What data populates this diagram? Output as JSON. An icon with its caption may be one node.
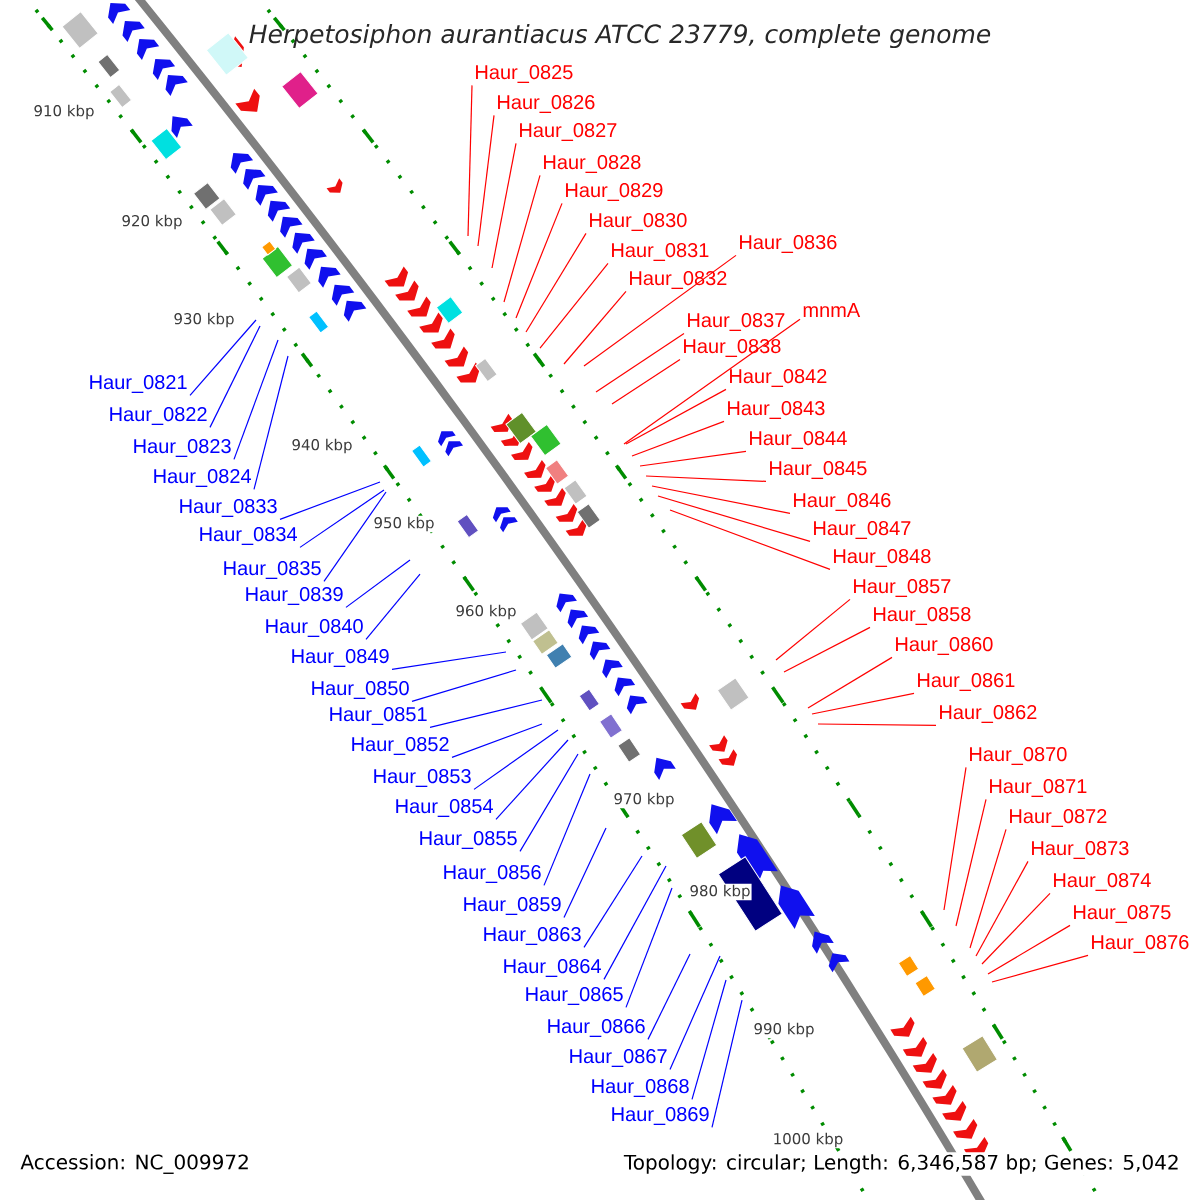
{
  "diagram": {
    "title": "Herpetosiphon aurantiacus ATCC 23779, complete genome",
    "nodes": [
      {
        "text": [
          "Haur_0825"
        ]
      },
      {
        "text": [
          "Haur_0826"
        ]
      },
      {
        "text": [
          "Haur_0827"
        ]
      },
      {
        "text": [
          "Haur_0828"
        ]
      },
      {
        "text": [
          "Haur_0829"
        ]
      },
      {
        "text": [
          "Haur_0830"
        ]
      },
      {
        "text": [
          "Haur_0831"
        ]
      },
      {
        "text": [
          "Haur_0836"
        ]
      },
      {
        "text": [
          "Haur_0832"
        ]
      },
      {
        "text": [
          "mnmA"
        ]
      },
      {
        "text": [
          "Haur_0837"
        ]
      },
      {
        "text": [
          "Haur_0838"
        ]
      },
      {
        "text": [
          "Haur_0842"
        ]
      },
      {
        "text": [
          "Haur_0821"
        ]
      },
      {
        "text": [
          "Haur_0843"
        ]
      },
      {
        "text": [
          "Haur_0822"
        ]
      },
      {
        "text": [
          "Haur_0844"
        ]
      },
      {
        "text": [
          "Haur_0823"
        ]
      },
      {
        "text": [
          "Haur_0845"
        ]
      },
      {
        "text": [
          "Haur_0824"
        ]
      },
      {
        "text": [
          "Haur_0846"
        ]
      },
      {
        "text": [
          "Haur_0833"
        ]
      },
      {
        "text": [
          "Haur_0847"
        ]
      },
      {
        "text": [
          "Haur_0834"
        ]
      },
      {
        "text": [
          "Haur_0848"
        ]
      },
      {
        "text": [
          "Haur_0835"
        ]
      },
      {
        "text": [
          "Haur_0857"
        ]
      },
      {
        "text": [
          "Haur_0839"
        ]
      },
      {
        "text": [
          "Haur_0858"
        ]
      },
      {
        "text": [
          "Haur_0840"
        ]
      },
      {
        "text": [
          "Haur_0860"
        ]
      },
      {
        "text": [
          "Haur_0849"
        ]
      },
      {
        "text": [
          "Haur_0861"
        ]
      },
      {
        "text": [
          "Haur_0850"
        ]
      },
      {
        "text": [
          "Haur_0862"
        ]
      },
      {
        "text": [
          "Haur_0851"
        ]
      },
      {
        "text": [
          "Haur_0852"
        ]
      },
      {
        "text": [
          "Haur_0870"
        ]
      },
      {
        "text": [
          "Haur_0853"
        ]
      },
      {
        "text": [
          "Haur_0871"
        ]
      },
      {
        "text": [
          "Haur_0854"
        ]
      },
      {
        "text": [
          "Haur_0872"
        ]
      },
      {
        "text": [
          "Haur_0855"
        ]
      },
      {
        "text": [
          "Haur_0873"
        ]
      },
      {
        "text": [
          "Haur_0856"
        ]
      },
      {
        "text": [
          "Haur_0874"
        ]
      },
      {
        "text": [
          "Haur_0859"
        ]
      },
      {
        "text": [
          "Haur_0875"
        ]
      },
      {
        "text": [
          "Haur_0863"
        ]
      },
      {
        "text": [
          "Haur_0876"
        ]
      },
      {
        "text": [
          "Haur_0864"
        ]
      },
      {
        "text": [
          "Haur_0865"
        ]
      },
      {
        "text": [
          "Haur_0866"
        ]
      },
      {
        "text": [
          "Haur_0867"
        ]
      },
      {
        "text": [
          "Haur_0868"
        ]
      },
      {
        "text": [
          "Haur_0869"
        ]
      }
    ],
    "edges": [
      {
        "from": 0,
        "to": null,
        "arrow": "none"
      },
      {
        "from": 1,
        "to": null,
        "arrow": "none"
      },
      {
        "from": 2,
        "to": null,
        "arrow": "none"
      },
      {
        "from": 3,
        "to": null,
        "arrow": "none"
      },
      {
        "from": 4,
        "to": null,
        "arrow": "none"
      },
      {
        "from": 5,
        "to": null,
        "arrow": "none"
      },
      {
        "from": 6,
        "to": null,
        "arrow": "none"
      },
      {
        "from": 7,
        "to": null,
        "arrow": "none"
      },
      {
        "from": 8,
        "to": null,
        "arrow": "none"
      },
      {
        "from": 9,
        "to": null,
        "arrow": "none"
      },
      {
        "from": 10,
        "to": null,
        "arrow": "none"
      },
      {
        "from": 11,
        "to": null,
        "arrow": "none"
      },
      {
        "from": 12,
        "to": null,
        "arrow": "none"
      },
      {
        "from": 13,
        "to": null,
        "arrow": "none",
        "color": "#0000ff"
      },
      {
        "from": 14,
        "to": null,
        "arrow": "none"
      },
      {
        "from": 15,
        "to": null,
        "arrow": "none",
        "color": "#0000ff"
      },
      {
        "from": 16,
        "to": null,
        "arrow": "none"
      },
      {
        "from": 17,
        "to": null,
        "arrow": "none",
        "color": "#0000ff"
      },
      {
        "from": 18,
        "to": null,
        "arrow": "none"
      },
      {
        "from": 19,
        "to": null,
        "arrow": "none",
        "color": "#0000ff"
      },
      {
        "from": 20,
        "to": null,
        "arrow": "none"
      },
      {
        "from": 21,
        "to": null,
        "arrow": "none",
        "color": "#0000ff"
      },
      {
        "from": 22,
        "to": null,
        "arrow": "none"
      },
      {
        "from": 23,
        "to": null,
        "arrow": "none",
        "color": "#0000ff"
      },
      {
        "from": 24,
        "to": null,
        "arrow": "none"
      },
      {
        "from": 25,
        "to": null,
        "arrow": "none",
        "color": "#0000ff"
      },
      {
        "from": 26,
        "to": null,
        "arrow": "none"
      },
      {
        "from": 27,
        "to": null,
        "arrow": "none",
        "color": "#0000ff"
      },
      {
        "from": 28,
        "to": null,
        "arrow": "none"
      },
      {
        "from": 29,
        "to": null,
        "arrow": "none",
        "color": "#0000ff"
      },
      {
        "from": 30,
        "to": null,
        "arrow": "none"
      },
      {
        "from": 31,
        "to": null,
        "arrow": "none",
        "color": "#0000ff"
      },
      {
        "from": 32,
        "to": null,
        "arrow": "none"
      },
      {
        "from": 33,
        "to": null,
        "arrow": "none",
        "color": "#0000ff"
      },
      {
        "from": 34,
        "to": null,
        "arrow": "none"
      },
      {
        "from": 35,
        "to": null,
        "arrow": "none",
        "color": "#0000ff"
      },
      {
        "from": 36,
        "to": null,
        "arrow": "none",
        "color": "#0000ff"
      },
      {
        "from": 37,
        "to": null,
        "arrow": "none"
      },
      {
        "from": 38,
        "to": null,
        "arrow": "none",
        "color": "#0000ff"
      },
      {
        "from": 39,
        "to": null,
        "arrow": "none"
      },
      {
        "from": 40,
        "to": null,
        "arrow": "none",
        "color": "#0000ff"
      },
      {
        "from": 41,
        "to": null,
        "arrow": "none"
      },
      {
        "from": 42,
        "to": null,
        "arrow": "none",
        "color": "#0000ff"
      },
      {
        "from": 43,
        "to": null,
        "arrow": "none"
      },
      {
        "from": 44,
        "to": null,
        "arrow": "none",
        "color": "#0000ff"
      },
      {
        "from": 45,
        "to": null,
        "arrow": "none"
      },
      {
        "from": 46,
        "to": null,
        "arrow": "none",
        "color": "#0000ff"
      },
      {
        "from": 47,
        "to": null,
        "arrow": "none"
      },
      {
        "from": 48,
        "to": null,
        "arrow": "none",
        "color": "#0000ff"
      },
      {
        "from": 49,
        "to": null,
        "arrow": "none"
      },
      {
        "from": 50,
        "to": null,
        "arrow": "none",
        "color": "#0000ff"
      },
      {
        "from": 51,
        "to": null,
        "arrow": "none",
        "color": "#0000ff"
      },
      {
        "from": 52,
        "to": null,
        "arrow": "none",
        "color": "#0000ff"
      },
      {
        "from": 53,
        "to": null,
        "arrow": "none",
        "color": "#0000ff"
      },
      {
        "from": 54,
        "to": null,
        "arrow": "none",
        "color": "#0000ff"
      },
      {
        "from": 55,
        "to": null,
        "arrow": "none",
        "color": "#0000ff"
      }
    ],
    "labels": [
      "910 kbp",
      "920 kbp",
      "930 kbp",
      "940 kbp",
      "950 kbp",
      "960 kbp",
      "970 kbp",
      "980 kbp",
      "990 kbp",
      "1000 kbp",
      "Accession: NC_009972",
      "Topology: circular; Length: 6,346,587 bp; Genes: 5,042"
    ]
  }
}
